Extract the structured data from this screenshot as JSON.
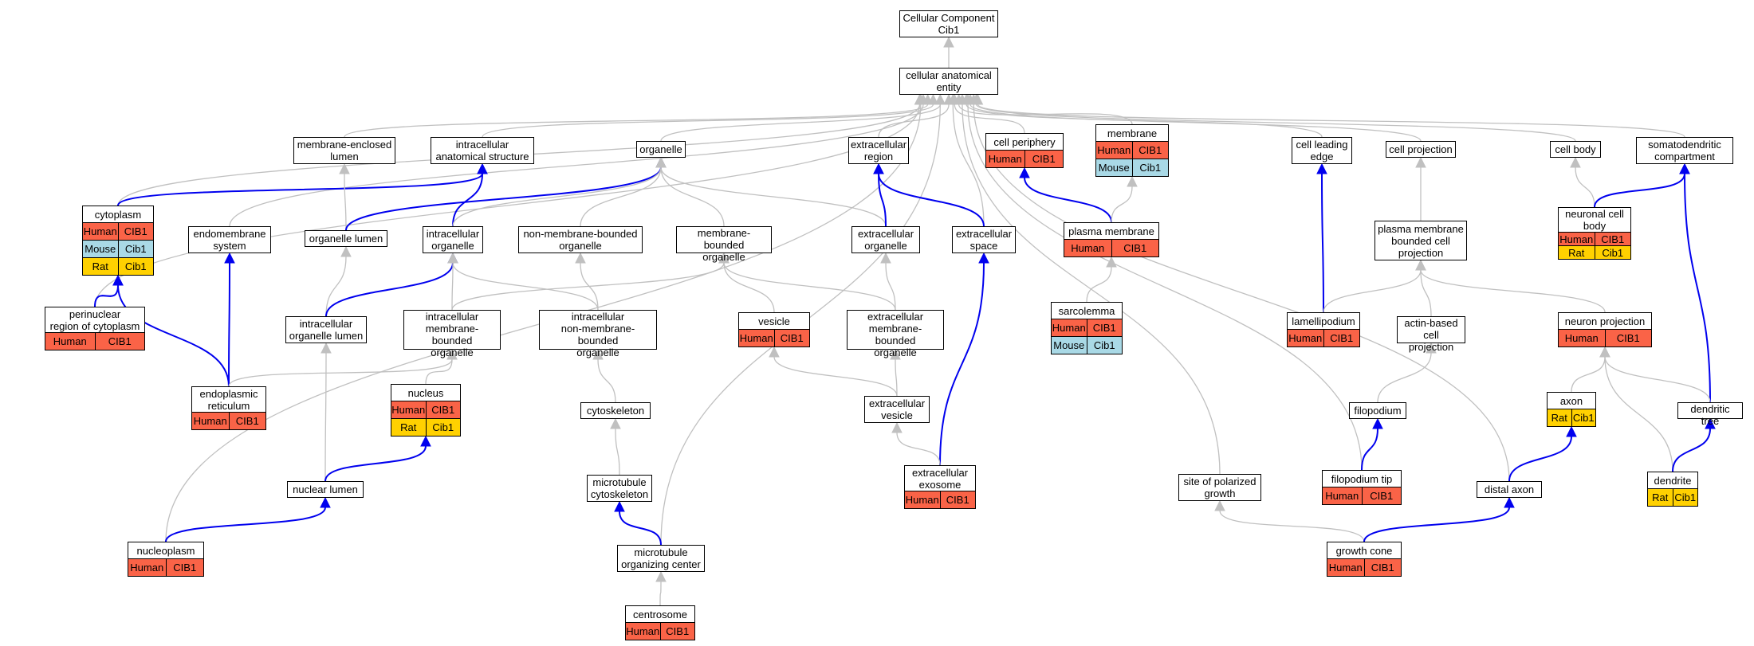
{
  "colors": {
    "human": "#fa6347",
    "mouse": "#a9d9e6",
    "rat": "#ffd100",
    "gray_edge": "#c0c0c0",
    "blue_edge": "#0000ee"
  },
  "nodes": [
    {
      "id": "cc",
      "label": "Cellular Component\nCib1",
      "rows": []
    },
    {
      "id": "cae",
      "label": "cellular anatomical\nentity",
      "rows": []
    },
    {
      "id": "mel",
      "label": "membrane-enclosed\nlumen",
      "rows": []
    },
    {
      "id": "ias",
      "label": "intracellular\nanatomical structure",
      "rows": []
    },
    {
      "id": "org",
      "label": "organelle",
      "rows": []
    },
    {
      "id": "exr",
      "label": "extracellular\nregion",
      "rows": []
    },
    {
      "id": "cp",
      "label": "cell periphery",
      "rows": [
        [
          "Human",
          "CIB1"
        ]
      ]
    },
    {
      "id": "mem",
      "label": "membrane",
      "rows": [
        [
          "Human",
          "CIB1"
        ],
        [
          "Mouse",
          "Cib1"
        ]
      ]
    },
    {
      "id": "cle",
      "label": "cell leading\nedge",
      "rows": []
    },
    {
      "id": "cpj",
      "label": "cell projection",
      "rows": []
    },
    {
      "id": "cb",
      "label": "cell body",
      "rows": []
    },
    {
      "id": "sdc",
      "label": "somatodendritic\ncompartment",
      "rows": []
    },
    {
      "id": "cyt",
      "label": "cytoplasm",
      "rows": [
        [
          "Human",
          "CIB1"
        ],
        [
          "Mouse",
          "Cib1"
        ],
        [
          "Rat",
          "Cib1"
        ]
      ]
    },
    {
      "id": "ems",
      "label": "endomembrane\nsystem",
      "rows": []
    },
    {
      "id": "olu",
      "label": "organelle lumen",
      "rows": []
    },
    {
      "id": "iorg",
      "label": "intracellular\norganelle",
      "rows": []
    },
    {
      "id": "nmbo",
      "label": "non-membrane-bounded\norganelle",
      "rows": []
    },
    {
      "id": "mbo",
      "label": "membrane-bounded\norganelle",
      "rows": []
    },
    {
      "id": "exo",
      "label": "extracellular\norganelle",
      "rows": []
    },
    {
      "id": "exs",
      "label": "extracellular\nspace",
      "rows": []
    },
    {
      "id": "pm",
      "label": "plasma membrane",
      "rows": [
        [
          "Human",
          "CIB1"
        ]
      ]
    },
    {
      "id": "pmbcp",
      "label": "plasma membrane\nbounded cell\nprojection",
      "rows": []
    },
    {
      "id": "ncb",
      "label": "neuronal cell\nbody",
      "rows": [
        [
          "Human",
          "CIB1"
        ],
        [
          "Rat",
          "Cib1"
        ]
      ]
    },
    {
      "id": "prc",
      "label": "perinuclear\nregion of cytoplasm",
      "rows": [
        [
          "Human",
          "CIB1"
        ]
      ]
    },
    {
      "id": "iol",
      "label": "intracellular\norganelle lumen",
      "rows": []
    },
    {
      "id": "imbo",
      "label": "intracellular\nmembrane-bounded\norganelle",
      "rows": []
    },
    {
      "id": "inmbo",
      "label": "intracellular\nnon-membrane-bounded\norganelle",
      "rows": []
    },
    {
      "id": "ves",
      "label": "vesicle",
      "rows": [
        [
          "Human",
          "CIB1"
        ]
      ]
    },
    {
      "id": "embo",
      "label": "extracellular\nmembrane-bounded\norganelle",
      "rows": []
    },
    {
      "id": "sar",
      "label": "sarcolemma",
      "rows": [
        [
          "Human",
          "CIB1"
        ],
        [
          "Mouse",
          "Cib1"
        ]
      ]
    },
    {
      "id": "lam",
      "label": "lamellipodium",
      "rows": [
        [
          "Human",
          "CIB1"
        ]
      ]
    },
    {
      "id": "acp",
      "label": "actin-based\ncell projection",
      "rows": []
    },
    {
      "id": "np",
      "label": "neuron projection",
      "rows": [
        [
          "Human",
          "CIB1"
        ]
      ]
    },
    {
      "id": "er",
      "label": "endoplasmic\nreticulum",
      "rows": [
        [
          "Human",
          "CIB1"
        ]
      ]
    },
    {
      "id": "nuc",
      "label": "nucleus",
      "rows": [
        [
          "Human",
          "CIB1"
        ],
        [
          "Rat",
          "Cib1"
        ]
      ]
    },
    {
      "id": "cys",
      "label": "cytoskeleton",
      "rows": []
    },
    {
      "id": "exv",
      "label": "extracellular\nvesicle",
      "rows": []
    },
    {
      "id": "fil",
      "label": "filopodium",
      "rows": []
    },
    {
      "id": "axn",
      "label": "axon",
      "rows": [
        [
          "Rat",
          "Cib1"
        ]
      ]
    },
    {
      "id": "dt",
      "label": "dendritic tree",
      "rows": []
    },
    {
      "id": "nl",
      "label": "nuclear lumen",
      "rows": []
    },
    {
      "id": "mtc",
      "label": "microtubule\ncytoskeleton",
      "rows": []
    },
    {
      "id": "exe",
      "label": "extracellular\nexosome",
      "rows": [
        [
          "Human",
          "CIB1"
        ]
      ]
    },
    {
      "id": "spg",
      "label": "site of polarized\ngrowth",
      "rows": []
    },
    {
      "id": "ft",
      "label": "filopodium tip",
      "rows": [
        [
          "Human",
          "CIB1"
        ]
      ]
    },
    {
      "id": "da",
      "label": "distal axon",
      "rows": []
    },
    {
      "id": "den",
      "label": "dendrite",
      "rows": [
        [
          "Rat",
          "Cib1"
        ]
      ]
    },
    {
      "id": "npl",
      "label": "nucleoplasm",
      "rows": [
        [
          "Human",
          "CIB1"
        ]
      ]
    },
    {
      "id": "mtoc",
      "label": "microtubule\norganizing center",
      "rows": []
    },
    {
      "id": "gc",
      "label": "growth cone",
      "rows": [
        [
          "Human",
          "CIB1"
        ]
      ]
    },
    {
      "id": "cen",
      "label": "centrosome",
      "rows": [
        [
          "Human",
          "CIB1"
        ]
      ]
    }
  ],
  "edges": [
    {
      "from": "cae",
      "to": "cc",
      "type": "gray"
    },
    {
      "from": "mel",
      "to": "cae",
      "type": "gray"
    },
    {
      "from": "ias",
      "to": "cae",
      "type": "gray"
    },
    {
      "from": "org",
      "to": "cae",
      "type": "gray"
    },
    {
      "from": "exr",
      "to": "cae",
      "type": "gray"
    },
    {
      "from": "cp",
      "to": "cae",
      "type": "gray"
    },
    {
      "from": "mem",
      "to": "cae",
      "type": "gray"
    },
    {
      "from": "cle",
      "to": "cae",
      "type": "gray"
    },
    {
      "from": "cpj",
      "to": "cae",
      "type": "gray"
    },
    {
      "from": "cb",
      "to": "cae",
      "type": "gray"
    },
    {
      "from": "sdc",
      "to": "cae",
      "type": "gray"
    },
    {
      "from": "cyt",
      "to": "cae",
      "type": "gray"
    },
    {
      "from": "ems",
      "to": "cae",
      "type": "gray"
    },
    {
      "from": "prc",
      "to": "cae",
      "type": "gray"
    },
    {
      "from": "npl",
      "to": "cae",
      "type": "gray"
    },
    {
      "from": "exs",
      "to": "cae",
      "type": "gray"
    },
    {
      "from": "spg",
      "to": "cae",
      "type": "gray"
    },
    {
      "from": "ft",
      "to": "cae",
      "type": "gray"
    },
    {
      "from": "da",
      "to": "cae",
      "type": "gray"
    },
    {
      "from": "mtoc",
      "to": "cae",
      "type": "gray"
    },
    {
      "from": "cyt",
      "to": "ias",
      "type": "blue"
    },
    {
      "from": "iorg",
      "to": "ias",
      "type": "blue"
    },
    {
      "from": "olu",
      "to": "mel",
      "type": "gray"
    },
    {
      "from": "olu",
      "to": "org",
      "type": "blue"
    },
    {
      "from": "iorg",
      "to": "org",
      "type": "gray"
    },
    {
      "from": "nmbo",
      "to": "org",
      "type": "gray"
    },
    {
      "from": "mbo",
      "to": "org",
      "type": "gray"
    },
    {
      "from": "exo",
      "to": "org",
      "type": "gray"
    },
    {
      "from": "exo",
      "to": "exr",
      "type": "blue"
    },
    {
      "from": "exs",
      "to": "exr",
      "type": "blue"
    },
    {
      "from": "pm",
      "to": "cp",
      "type": "blue"
    },
    {
      "from": "pm",
      "to": "mem",
      "type": "gray"
    },
    {
      "from": "sar",
      "to": "pm",
      "type": "gray"
    },
    {
      "from": "lam",
      "to": "cle",
      "type": "blue"
    },
    {
      "from": "pmbcp",
      "to": "cpj",
      "type": "gray"
    },
    {
      "from": "ncb",
      "to": "cb",
      "type": "gray"
    },
    {
      "from": "ncb",
      "to": "sdc",
      "type": "blue"
    },
    {
      "from": "dt",
      "to": "sdc",
      "type": "blue"
    },
    {
      "from": "prc",
      "to": "cyt",
      "type": "blue"
    },
    {
      "from": "er",
      "to": "cyt",
      "type": "blue"
    },
    {
      "from": "er",
      "to": "ems",
      "type": "blue"
    },
    {
      "from": "iol",
      "to": "olu",
      "type": "gray"
    },
    {
      "from": "iol",
      "to": "iorg",
      "type": "blue"
    },
    {
      "from": "imbo",
      "to": "iorg",
      "type": "gray"
    },
    {
      "from": "inmbo",
      "to": "iorg",
      "type": "gray"
    },
    {
      "from": "inmbo",
      "to": "nmbo",
      "type": "gray"
    },
    {
      "from": "imbo",
      "to": "mbo",
      "type": "gray"
    },
    {
      "from": "ves",
      "to": "mbo",
      "type": "gray"
    },
    {
      "from": "embo",
      "to": "mbo",
      "type": "gray"
    },
    {
      "from": "embo",
      "to": "exo",
      "type": "gray"
    },
    {
      "from": "exe",
      "to": "exs",
      "type": "blue"
    },
    {
      "from": "lam",
      "to": "pmbcp",
      "type": "gray"
    },
    {
      "from": "acp",
      "to": "pmbcp",
      "type": "gray"
    },
    {
      "from": "np",
      "to": "pmbcp",
      "type": "gray"
    },
    {
      "from": "er",
      "to": "imbo",
      "type": "gray"
    },
    {
      "from": "nuc",
      "to": "imbo",
      "type": "gray"
    },
    {
      "from": "cys",
      "to": "inmbo",
      "type": "gray"
    },
    {
      "from": "exv",
      "to": "ves",
      "type": "gray"
    },
    {
      "from": "exv",
      "to": "embo",
      "type": "gray"
    },
    {
      "from": "fil",
      "to": "acp",
      "type": "gray"
    },
    {
      "from": "axn",
      "to": "np",
      "type": "gray"
    },
    {
      "from": "dt",
      "to": "np",
      "type": "gray"
    },
    {
      "from": "den",
      "to": "np",
      "type": "gray"
    },
    {
      "from": "nl",
      "to": "iol",
      "type": "gray"
    },
    {
      "from": "nl",
      "to": "nuc",
      "type": "blue"
    },
    {
      "from": "mtc",
      "to": "cys",
      "type": "gray"
    },
    {
      "from": "exe",
      "to": "exv",
      "type": "gray"
    },
    {
      "from": "ft",
      "to": "fil",
      "type": "blue"
    },
    {
      "from": "da",
      "to": "axn",
      "type": "blue"
    },
    {
      "from": "den",
      "to": "dt",
      "type": "blue"
    },
    {
      "from": "npl",
      "to": "nl",
      "type": "blue"
    },
    {
      "from": "mtoc",
      "to": "mtc",
      "type": "blue"
    },
    {
      "from": "gc",
      "to": "spg",
      "type": "gray"
    },
    {
      "from": "gc",
      "to": "da",
      "type": "blue"
    },
    {
      "from": "cen",
      "to": "mtoc",
      "type": "gray"
    }
  ]
}
